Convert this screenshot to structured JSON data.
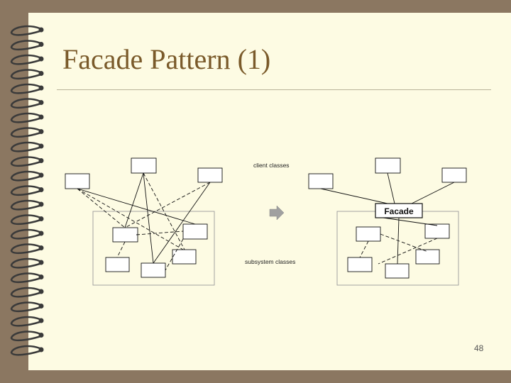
{
  "slide": {
    "title": "Facade Pattern (1)",
    "page_number": "48"
  },
  "diagram": {
    "client_label": "client classes",
    "subsystem_label": "subsystem classes",
    "facade_label": "Facade"
  },
  "colors": {
    "background": "#8b7761",
    "page": "#fdfbe3",
    "title": "#7a5a2a",
    "arrow": "#a0a0a0"
  },
  "icons": [
    "spiral-binding-icon",
    "arrow-right-icon"
  ]
}
